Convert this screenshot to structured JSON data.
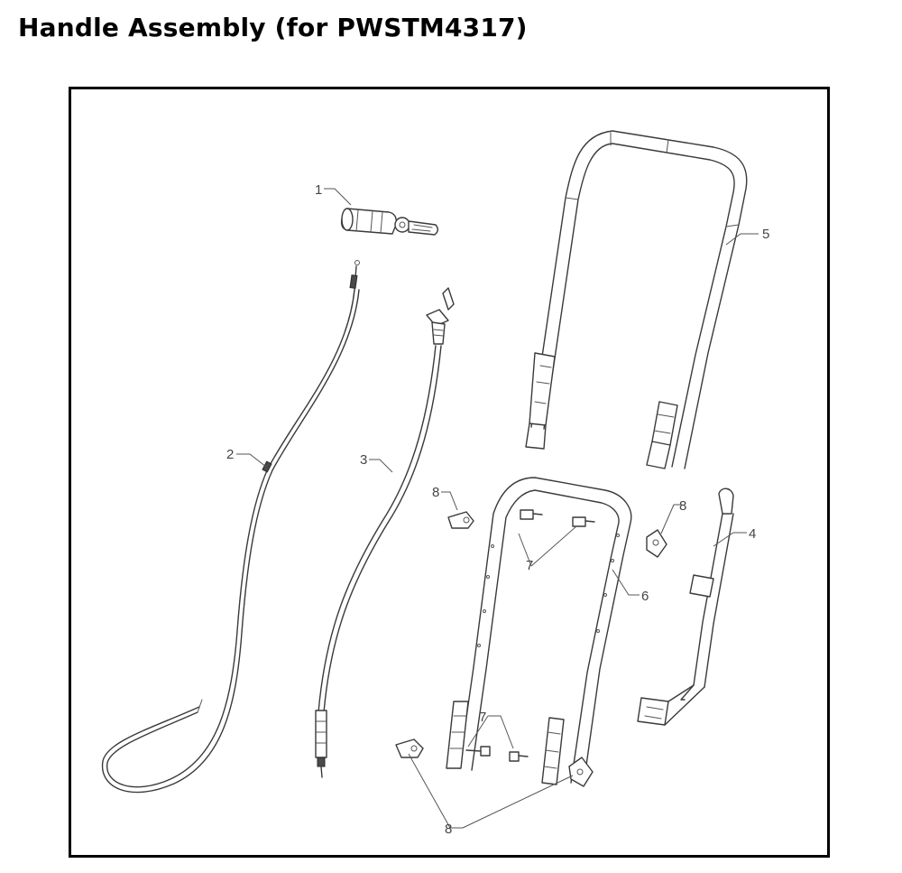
{
  "page": {
    "title": "Handle Assembly (for PWSTM4317)"
  },
  "diagram": {
    "callouts": [
      {
        "id": "c1",
        "label": "1"
      },
      {
        "id": "c2",
        "label": "2"
      },
      {
        "id": "c3",
        "label": "3"
      },
      {
        "id": "c4",
        "label": "4"
      },
      {
        "id": "c5",
        "label": "5"
      },
      {
        "id": "c6",
        "label": "6"
      },
      {
        "id": "c7a",
        "label": "7"
      },
      {
        "id": "c7b",
        "label": "7"
      },
      {
        "id": "c8a",
        "label": "8"
      },
      {
        "id": "c8b",
        "label": "8"
      },
      {
        "id": "c8c",
        "label": "8"
      }
    ]
  }
}
